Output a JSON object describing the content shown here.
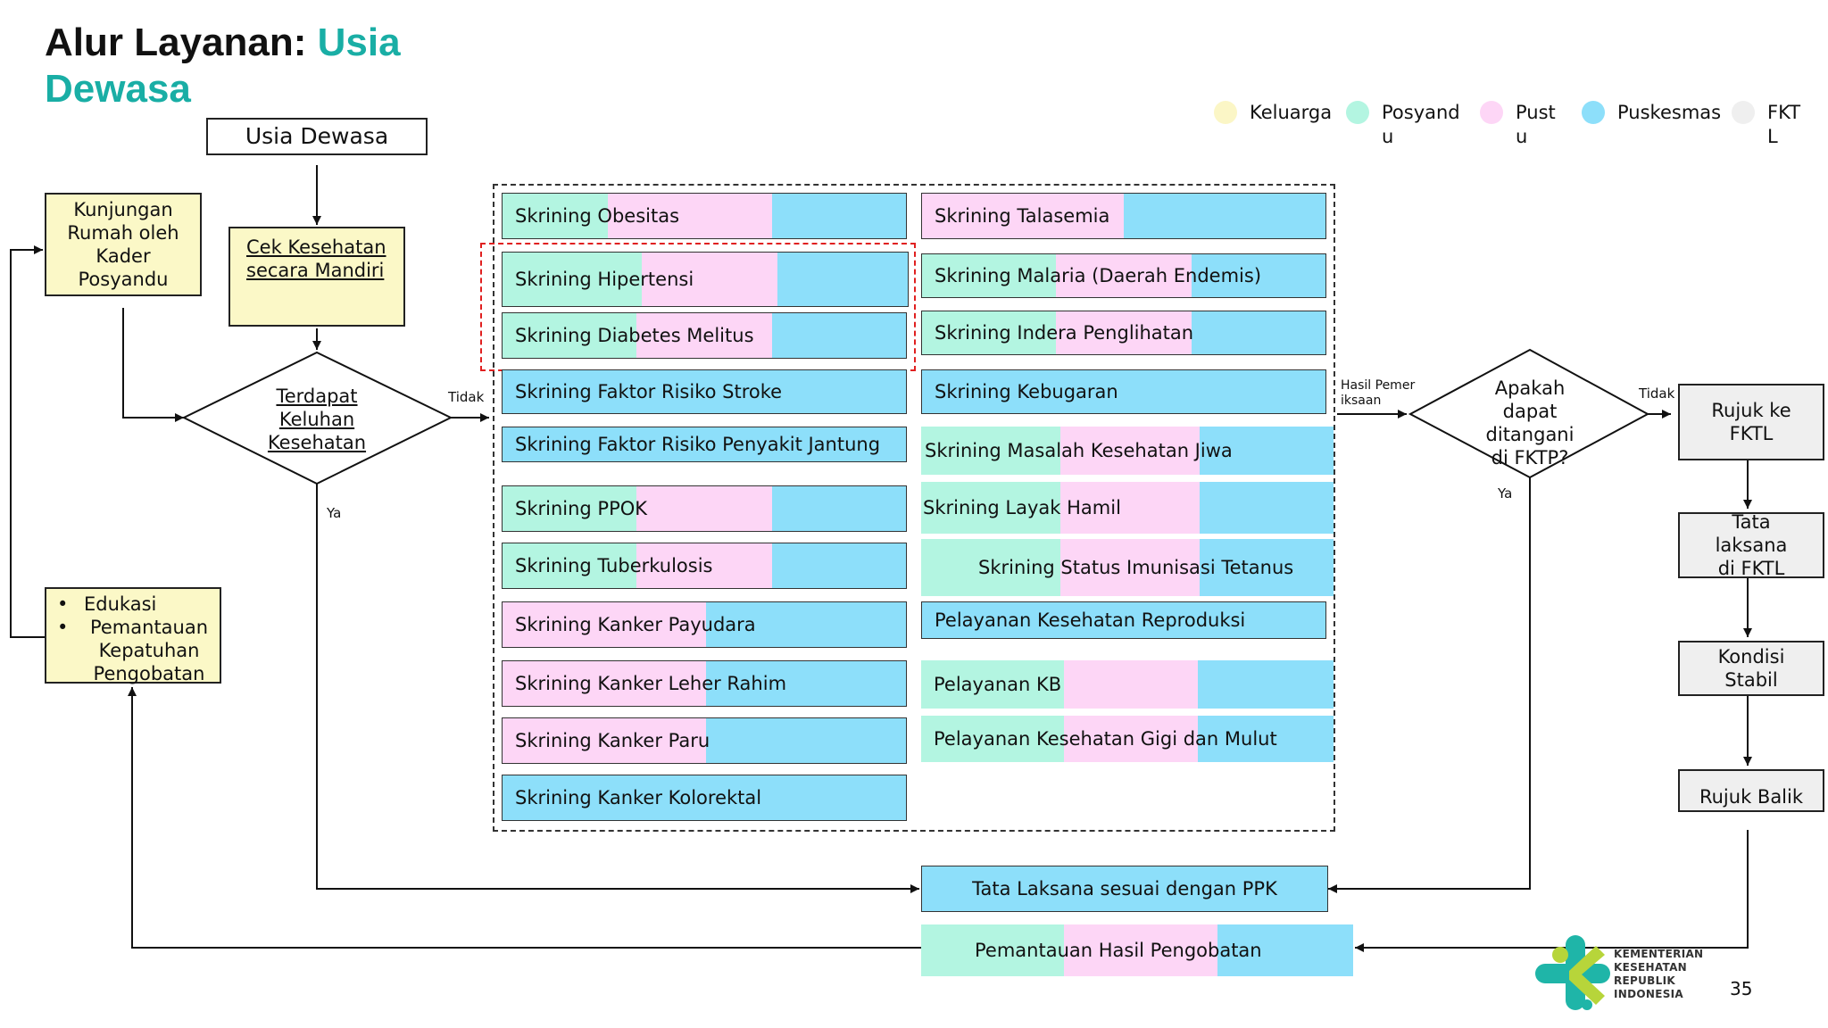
{
  "title": {
    "part1": "Alur Layanan: ",
    "part2": "Usia",
    "part3": "Dewasa"
  },
  "legend": [
    {
      "label": "Keluarga",
      "color": "#fbf6c6"
    },
    {
      "label": "Posyandu",
      "color": "#b3f5e1"
    },
    {
      "label": "Pustu",
      "color": "#fdd6f6"
    },
    {
      "label": "Puskesmas",
      "color": "#8ddffa"
    },
    {
      "label": "FKTL",
      "color": "#efefef"
    }
  ],
  "nodes": {
    "usia_dewasa": "Usia Dewasa",
    "kunjungan_rumah": "Kunjungan Rumah oleh Kader Posyandu",
    "cek_kesehatan": "Cek Kesehatan secara Mandiri",
    "terdapat_keluhan": "Terdapat Keluhan Kesehatan",
    "edukasi_1": "Edukasi",
    "edukasi_2": "Pemantauan Kepatuhan Pengobatan",
    "apakah": "Apakah dapat ditangani di FKTP?",
    "rujuk_fktl": "Rujuk ke FKTL",
    "tata_laksana_fktl": "Tata laksana di FKTL",
    "kondisi_stabil": "Kondisi Stabil",
    "rujuk_balik": "Rujuk Balik",
    "tata_laksana_ppk": "Tata Laksana sesuai dengan PPK",
    "pemantauan_hasil": "Pemantauan Hasil Pengobatan"
  },
  "edge_labels": {
    "tidak_1": "Tidak",
    "ya_1": "Ya",
    "hasil_pemeriksaan": "Hasil Pemeriksaan",
    "tidak_2": "Tidak",
    "ya_2": "Ya"
  },
  "screenings_left": [
    "Skrining Obesitas",
    "Skrining Hipertensi",
    "Skrining Diabetes Melitus",
    "Skrining Faktor Risiko Stroke",
    "Skrining Faktor Risiko Penyakit Jantung",
    "Skrining PPOK",
    "Skrining Tuberkulosis",
    "Skrining Kanker Payudara",
    "Skrining Kanker Leher Rahim",
    "Skrining Kanker Paru",
    "Skrining Kanker Kolorektal"
  ],
  "screenings_right": [
    "Skrining Talasemia",
    "Skrining Malaria (Daerah Endemis)",
    "Skrining Indera Penglihatan",
    "Skrining Kebugaran",
    "Skrining Masalah Kesehatan Jiwa",
    "Skrining Layak Hamil",
    "Skrining Status Imunisasi Tetanus",
    "Pelayanan Kesehatan Reproduksi",
    "Pelayanan KB",
    "Pelayanan Kesehatan Gigi dan Mulut"
  ],
  "logo": {
    "line1": "KEMENTERIAN",
    "line2": "KESEHATAN",
    "line3": "REPUBLIK",
    "line4": "INDONESIA"
  },
  "page_number": "35"
}
